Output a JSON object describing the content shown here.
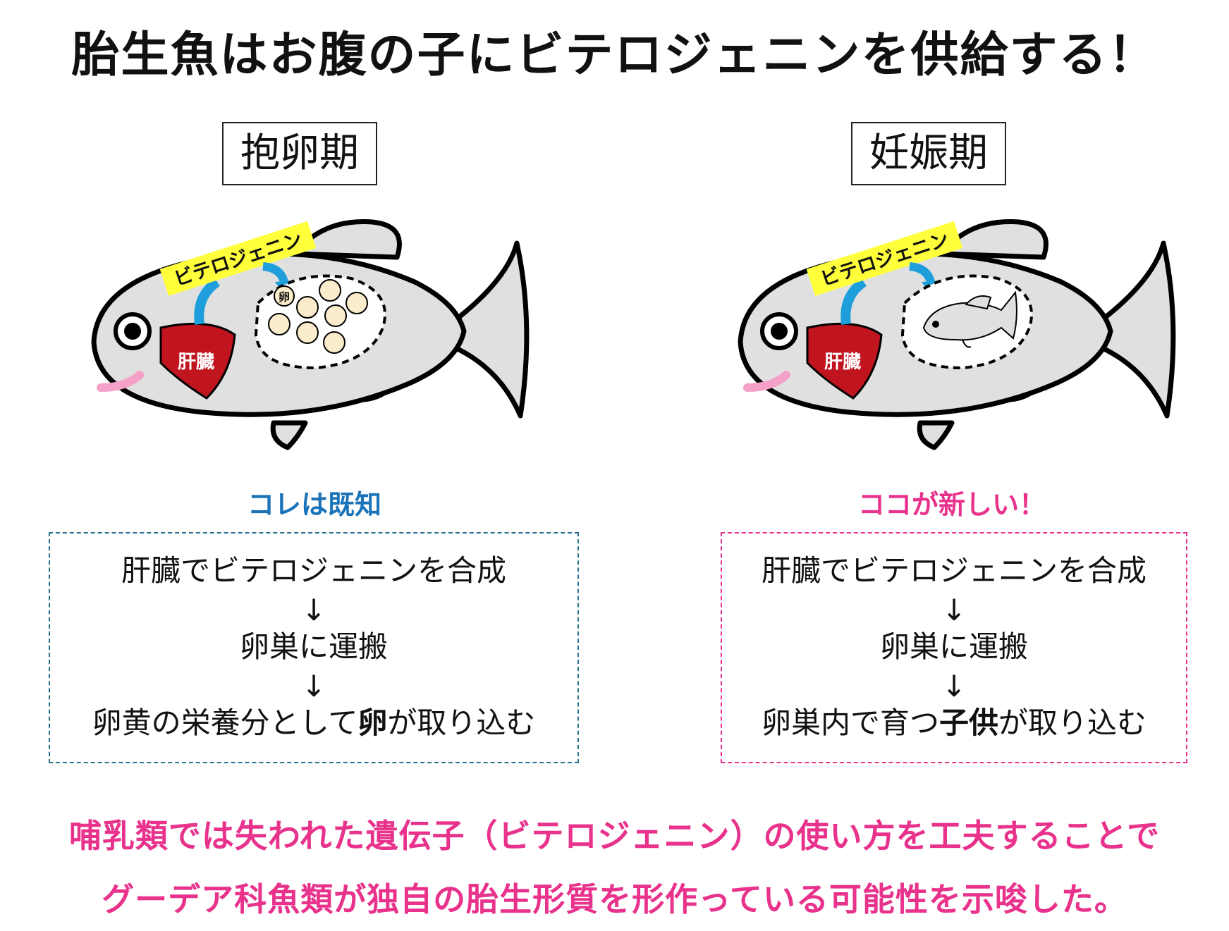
{
  "title": "胎生魚はお腹の子にビテロジェニンを供給する！",
  "left": {
    "phase": "抱卵期",
    "highlight_label": "ビテロジェニン",
    "liver_label": "肝臓",
    "egg_label": "卵",
    "caption": "コレは既知",
    "caption_color": "#1a73b8",
    "border_color": "#2a6e8e",
    "steps": {
      "line1": "肝臓でビテロジェニンを合成",
      "arrow1": "↓",
      "line2": "卵巣に運搬",
      "arrow2": "↓",
      "line3_pre": "卵黄の栄養分として",
      "line3_bold": "卵",
      "line3_post": "が取り込む"
    }
  },
  "right": {
    "phase": "妊娠期",
    "highlight_label": "ビテロジェニン",
    "liver_label": "肝臓",
    "caption": "ココが新しい！",
    "caption_color": "#e8328c",
    "border_color": "#e8328c",
    "steps": {
      "line1": "肝臓でビテロジェニンを合成",
      "arrow1": "↓",
      "line2": "卵巣に運搬",
      "arrow2": "↓",
      "line3_pre": "卵巣内で育つ",
      "line3_bold": "子供",
      "line3_post": "が取り込む"
    }
  },
  "conclusion": {
    "line1": "哺乳類では失われた遺伝子（ビテロジェニン）の使い方を工夫することで",
    "line2": "グーデア科魚類が独自の胎生形質を形作っている可能性を示唆した。"
  },
  "colors": {
    "fish_body": "#e0e0e0",
    "liver": "#c0141e",
    "label_highlight": "#ffff3c",
    "arrow": "#1e9fdc",
    "egg": "#fbeccb",
    "mouth": "#f5a0c8"
  }
}
